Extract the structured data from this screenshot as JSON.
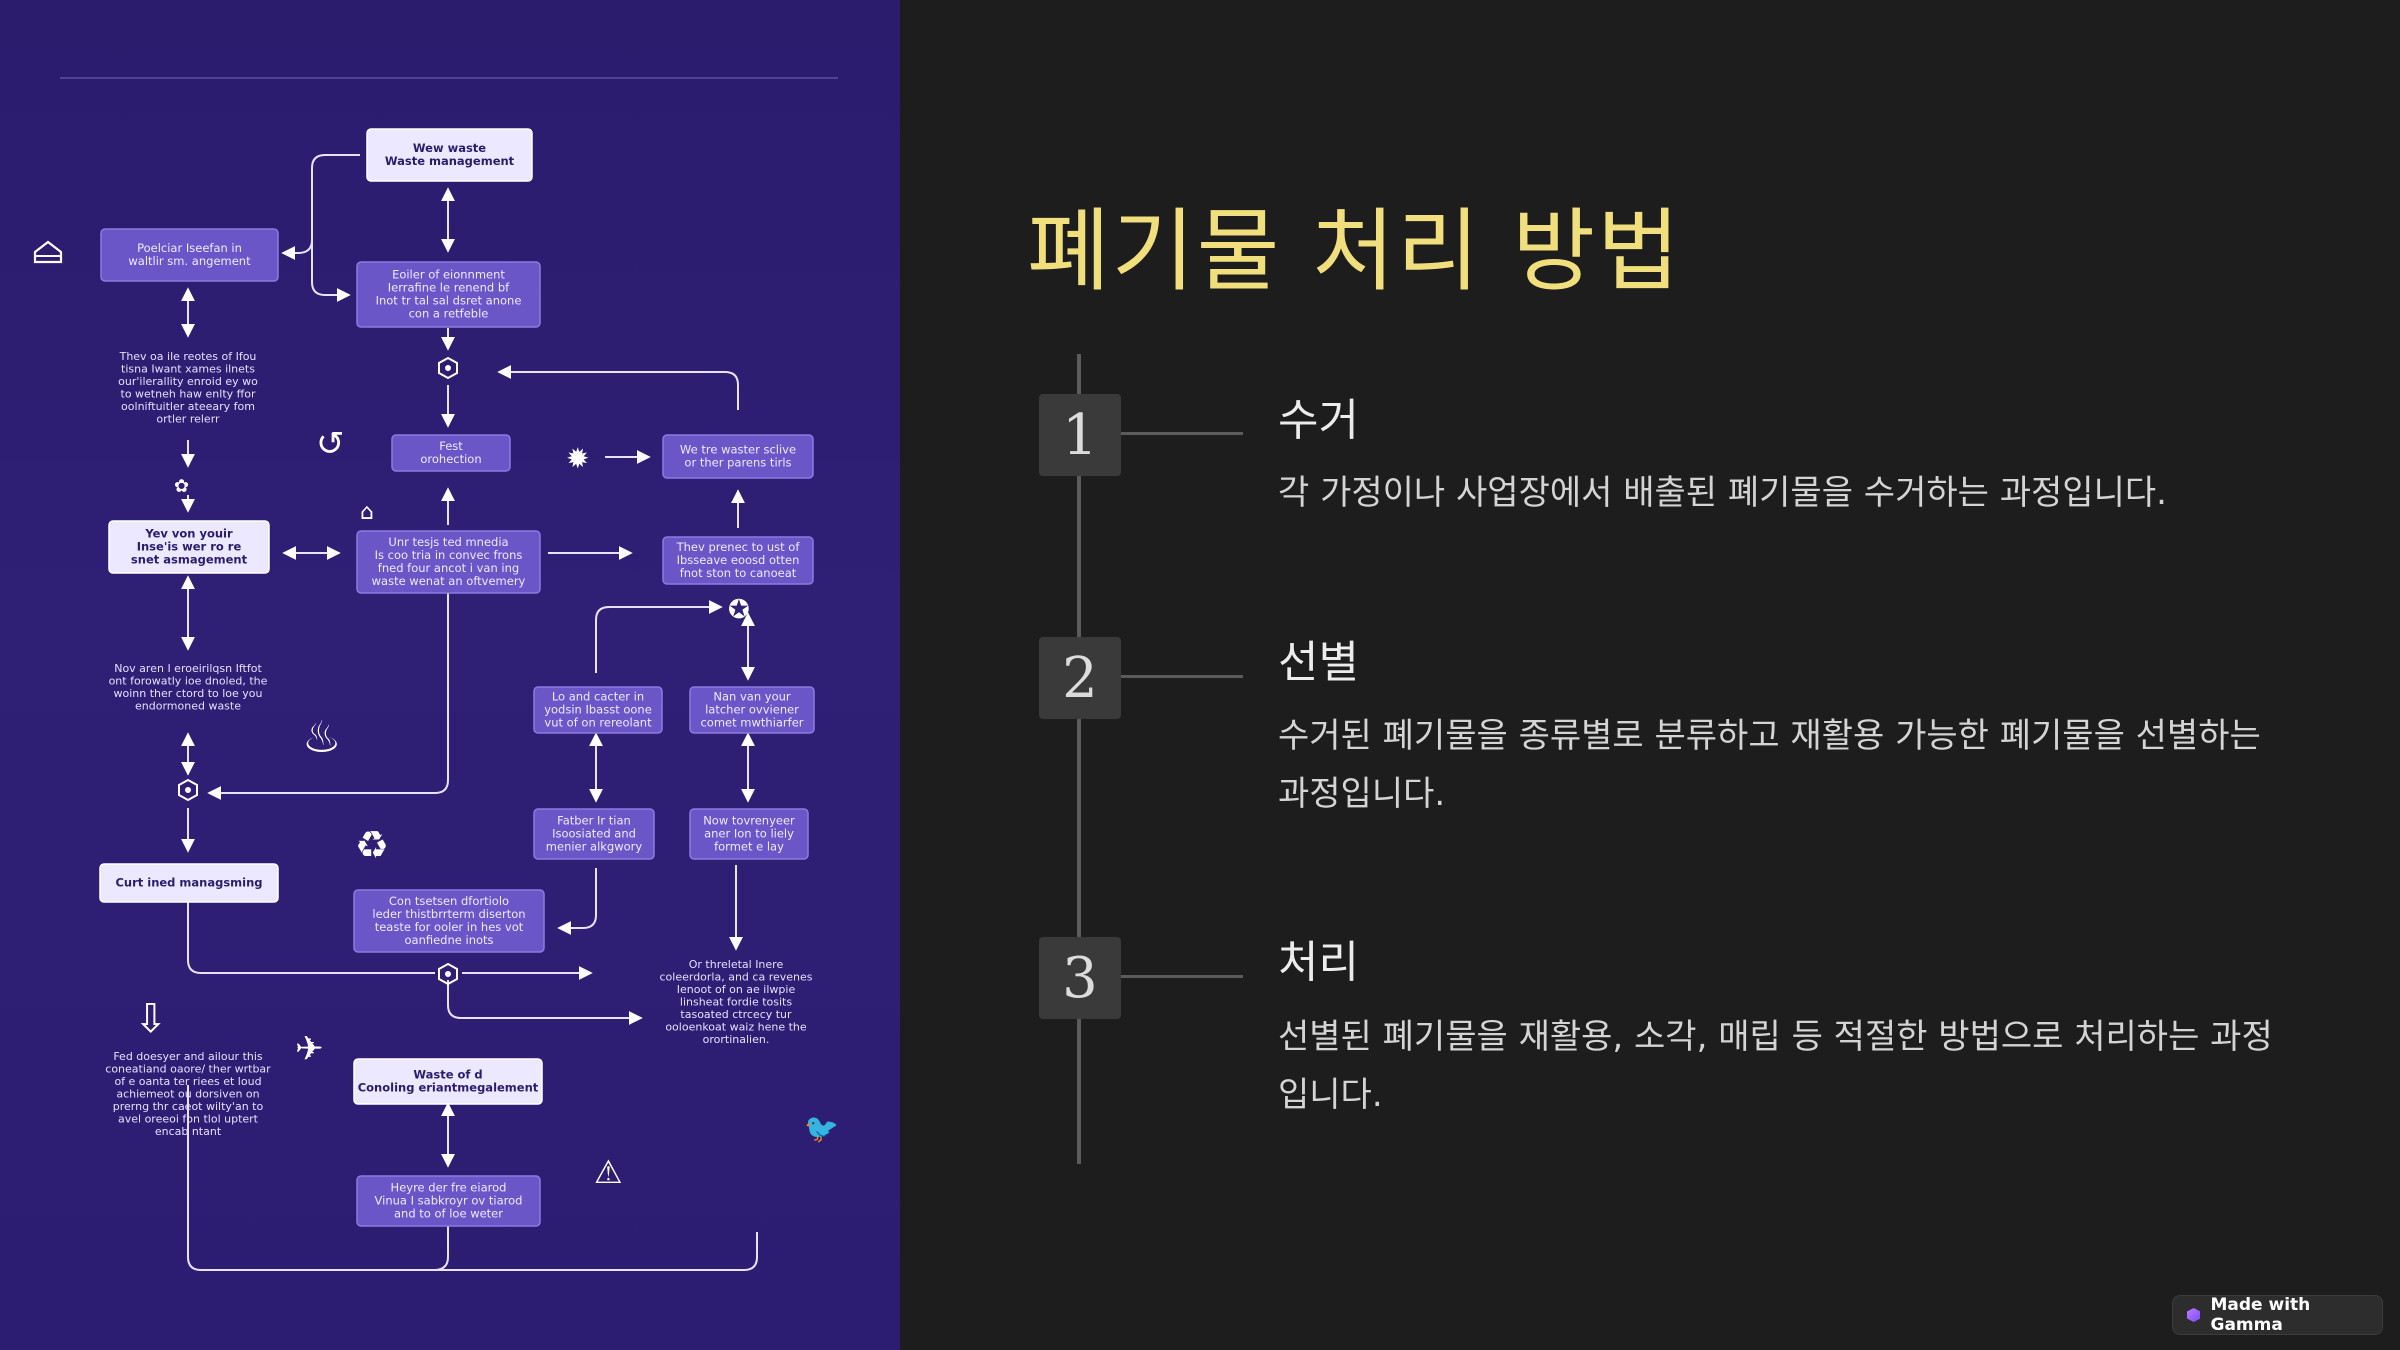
{
  "slide": {
    "title": "폐기물 처리 방법",
    "title_color": "#f1df7d",
    "background": "#1d1d1d",
    "steps": [
      {
        "number": "1",
        "heading": "수거",
        "description": "각 가정이나 사업장에서 배출된 폐기물을 수거하는 과정입니다."
      },
      {
        "number": "2",
        "heading": "선별",
        "description": "수거된 폐기물을 종류별로 분류하고 재활용 가능한 폐기물을 선별하는 과정입니다."
      },
      {
        "number": "3",
        "heading": "처리",
        "description": "선별된 폐기물을 재활용, 소각, 매립 등 적절한 방법으로 처리하는 과정입니다."
      }
    ]
  },
  "flowchart": {
    "background": "#2b1c6e",
    "nodes": [
      {
        "id": "n1",
        "lines": [
          "Wew waste",
          "Waste management"
        ],
        "style": "light"
      },
      {
        "id": "n2",
        "lines": [
          "Poelciar Iseefan in",
          "waltlir sm. angement"
        ],
        "style": "dark"
      },
      {
        "id": "n3",
        "lines": [
          "Eoiler of eionnment",
          "Ierrafine le renend bf",
          "Inot tr tal sal dsret anone",
          "con a retfeble"
        ],
        "style": "dark"
      },
      {
        "id": "n4",
        "lines": [
          "Fest",
          "orohection"
        ],
        "style": "dark"
      },
      {
        "id": "n5",
        "lines": [
          "We tre waster sclive",
          "or ther parens tirls"
        ],
        "style": "dark"
      },
      {
        "id": "n6",
        "lines": [
          "Yev von youir",
          "Inse'is wer ro re",
          "snet asmagement"
        ],
        "style": "light"
      },
      {
        "id": "n7",
        "lines": [
          "Unr tesjs ted mnedia",
          "Is coo tria in convec frons",
          "fned four ancot i van ing",
          "waste wenat an oftvemery"
        ],
        "style": "dark"
      },
      {
        "id": "n8",
        "lines": [
          "Thev prenec to ust of",
          "Ibsseave eoosd otten",
          "fnot ston to canoeat"
        ],
        "style": "dark"
      },
      {
        "id": "n9",
        "lines": [
          "Lo and cacter in",
          "yodsin Ibasst oone",
          "vut of on rereolant"
        ],
        "style": "dark"
      },
      {
        "id": "n10",
        "lines": [
          "Nan van your",
          "latcher ovviener",
          "comet mwthiarfer"
        ],
        "style": "dark"
      },
      {
        "id": "n11",
        "lines": [
          "Fatber Ir tian",
          "Isoosiated and",
          "menier alkgwory"
        ],
        "style": "dark"
      },
      {
        "id": "n12",
        "lines": [
          "Now tovrenyeer",
          "aner Ion to liely",
          "formet e lay"
        ],
        "style": "dark"
      },
      {
        "id": "n13",
        "lines": [
          "Curt ined managsming"
        ],
        "style": "light"
      },
      {
        "id": "n14",
        "lines": [
          "Con tsetsen dfortiolo",
          "leder thistbrrterm diserton",
          "teaste for ooler in hes vot",
          "oanfiedne inots"
        ],
        "style": "dark"
      },
      {
        "id": "n15",
        "lines": [
          "Waste of d",
          "Conoling eriantmegalement"
        ],
        "style": "light"
      },
      {
        "id": "n16",
        "lines": [
          "Heyre der fre eiarod",
          "Vinua I sabkroyr ov tiarod",
          "and to of loe weter"
        ],
        "style": "dark"
      }
    ],
    "notes": [
      {
        "id": "note1",
        "lines": [
          "Thev oa ile reotes of Ifou",
          "tisna Iwant xames ilnets",
          "our'ilerallity enroid ey wo",
          "to wetneh haw enlty ffor",
          "oolniftuitler ateeary fom",
          "ortler relerr"
        ]
      },
      {
        "id": "note2",
        "lines": [
          "Nov aren I eroeirilqsn Iftfot",
          "ont forowatly ioe dnoled, the",
          "woinn ther ctord to loe you",
          "endormoned waste"
        ]
      },
      {
        "id": "note3",
        "lines": [
          "Or threletal Inere",
          "coleerdorla, and ca revenes",
          "Ienoot of on ae ilwpie",
          "linsheat fordie tosits",
          "tasoated ctrcecy tur",
          "ooloenkoat waiz hene the",
          "orortinalien."
        ]
      },
      {
        "id": "note4",
        "lines": [
          "Fed doesyer and ailour this",
          "coneatiand oaore/ ther wrtbar",
          "of e oanta ter riees et loud",
          "achiemeot ou dorsiven on",
          "prerng thr caeot wilty'an to",
          "avel oreeoi fon tlol uptert",
          "encab ntant"
        ]
      }
    ],
    "icons": [
      "home-outline-icon",
      "person-walk-icon",
      "settings-flower-icon",
      "sun-icon",
      "house-small-icon",
      "recycle-small-icon",
      "bucket-icon",
      "recycle-icon",
      "warning-icon",
      "bird-icon",
      "hexagon-badge-icon"
    ]
  },
  "badge": {
    "label": "Made with Gamma"
  }
}
